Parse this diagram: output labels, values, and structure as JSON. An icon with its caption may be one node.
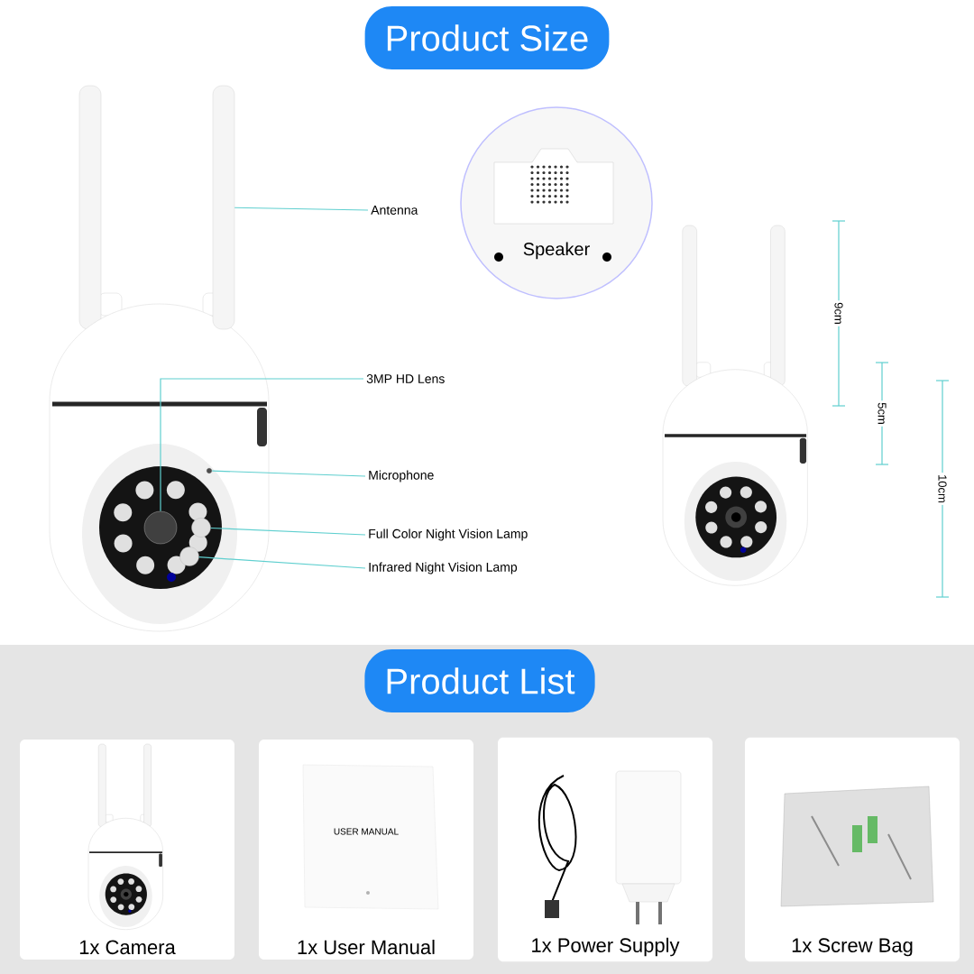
{
  "diagram": {
    "nodes": [
      {
        "text": [
          "Product Size"
        ]
      },
      {
        "text": [
          "Antenna"
        ]
      },
      {
        "text": [],
        "shape": "bar"
      },
      {
        "text": [
          "Speaker"
        ]
      },
      {
        "text": [
          "3MP HD Lens"
        ]
      },
      {
        "text": [],
        "shape": "circle"
      },
      {
        "text": [
          "Microphone"
        ]
      },
      {
        "text": [],
        "shape": "circle"
      },
      {
        "text": [
          "Full Color Night Vision Lamp"
        ]
      },
      {
        "text": [],
        "shape": "circle"
      },
      {
        "text": [
          "Infrared Night Vision Lamp"
        ]
      },
      {
        "text": [],
        "shape": "circle"
      },
      {
        "text": [
          "Product List"
        ]
      },
      {
        "text": [
          "1x Camera"
        ]
      },
      {
        "text": [
          "1x User Manual"
        ]
      },
      {
        "text": [
          "1x Power Supply"
        ]
      },
      {
        "text": [
          "1x Screw Bag"
        ]
      }
    ],
    "edges": [
      {
        "from": 1,
        "to": 2,
        "arrow": "none"
      },
      {
        "from": 4,
        "to": 5,
        "arrow": "none"
      },
      {
        "from": 6,
        "to": 7,
        "arrow": "none"
      },
      {
        "from": 8,
        "to": 9,
        "arrow": "none"
      },
      {
        "from": 10,
        "to": 11,
        "arrow": "none"
      }
    ],
    "labels": [
      "9cm",
      "5cm",
      "10cm",
      "USER MANUAL"
    ]
  }
}
